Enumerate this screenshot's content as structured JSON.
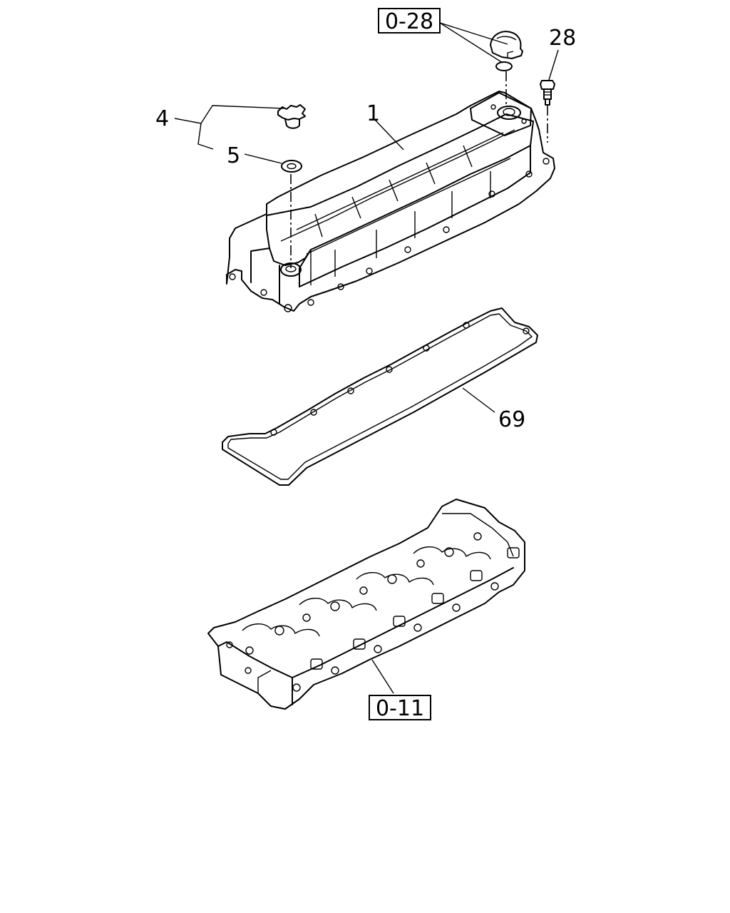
{
  "callouts": {
    "ref_top": "0-28",
    "ref_bottom": "0-11",
    "part_28": "28",
    "part_4": "4",
    "part_1": "1",
    "part_5": "5",
    "part_69": "69"
  }
}
